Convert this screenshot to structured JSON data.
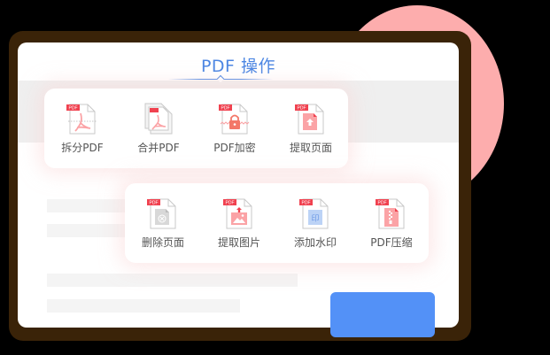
{
  "header": {
    "title": "PDF 操作"
  },
  "colors": {
    "accent": "#4b86e3",
    "button": "#5391f7",
    "pdf_badge": "#f0414f",
    "icon_pink": "#fba3a6",
    "icon_gray": "#d8d8d8",
    "icon_blue": "#bcd3f6",
    "decor_circle": "#fdadad"
  },
  "tool_groups": [
    {
      "tools": [
        {
          "label": "拆分PDF",
          "icon": "split-pdf-icon"
        },
        {
          "label": "合并PDF",
          "icon": "merge-pdf-icon"
        },
        {
          "label": "PDF加密",
          "icon": "encrypt-pdf-icon"
        },
        {
          "label": "提取页面",
          "icon": "extract-pages-icon"
        }
      ]
    },
    {
      "tools": [
        {
          "label": "删除页面",
          "icon": "delete-pages-icon"
        },
        {
          "label": "提取图片",
          "icon": "extract-images-icon"
        },
        {
          "label": "添加水印",
          "icon": "add-watermark-icon"
        },
        {
          "label": "PDF压缩",
          "icon": "compress-pdf-icon"
        }
      ]
    }
  ],
  "badge_text": "PDF",
  "watermark_glyph": "印"
}
